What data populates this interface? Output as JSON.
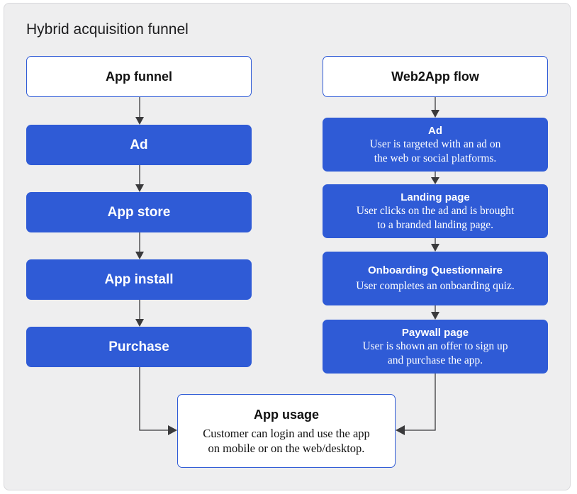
{
  "title": "Hybrid acquisition funnel",
  "app_funnel": {
    "header": "App funnel",
    "steps": [
      "Ad",
      "App store",
      "App install",
      "Purchase"
    ]
  },
  "web2app": {
    "header": "Web2App flow",
    "steps": [
      {
        "title": "Ad",
        "line1": "User is targeted with an ad on",
        "line2": "the web or social platforms."
      },
      {
        "title": "Landing page",
        "line1": "User clicks on the ad and is brought",
        "line2": "to a branded landing page."
      },
      {
        "title": "Onboarding Questionnaire",
        "line1": "User completes an onboarding quiz.",
        "line2": ""
      },
      {
        "title": "Paywall page",
        "line1": "User is shown an offer to sign up",
        "line2": "and purchase the app."
      }
    ]
  },
  "usage": {
    "title": "App usage",
    "line1": "Customer can login and use the app",
    "line2": "on mobile or on the web/desktop."
  },
  "colors": {
    "accent": "#2f5bd6",
    "background": "#eeeeef",
    "arrow": "#3a3a3c"
  }
}
